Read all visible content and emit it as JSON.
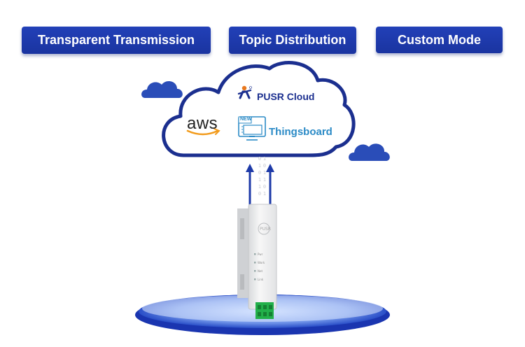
{
  "modes": [
    {
      "label": "Transparent Transmission"
    },
    {
      "label": "Topic Distribution"
    },
    {
      "label": "Custom Mode"
    }
  ],
  "cloud": {
    "pusr_label": "PUSR Cloud",
    "aws_label": "aws",
    "thingsboard_label": "Thingsboard",
    "thingsboard_badge": "NEW"
  },
  "data_stream": {
    "left": [
      "0",
      "1",
      "0",
      "1",
      "1",
      "0"
    ],
    "right": [
      "1",
      "0",
      "1",
      "1",
      "0",
      "1"
    ]
  },
  "device": {
    "brand": "PUSR",
    "leds": [
      "Pwr",
      "Work",
      "Net",
      "Link"
    ]
  },
  "colors": {
    "accent": "#1e3aa8",
    "cloud_outline": "#1b2f8f",
    "small_cloud": "#2a4db8",
    "platform": "#1a35b0",
    "terminal": "#22b04a",
    "thingsboard": "#2a8ac6"
  }
}
